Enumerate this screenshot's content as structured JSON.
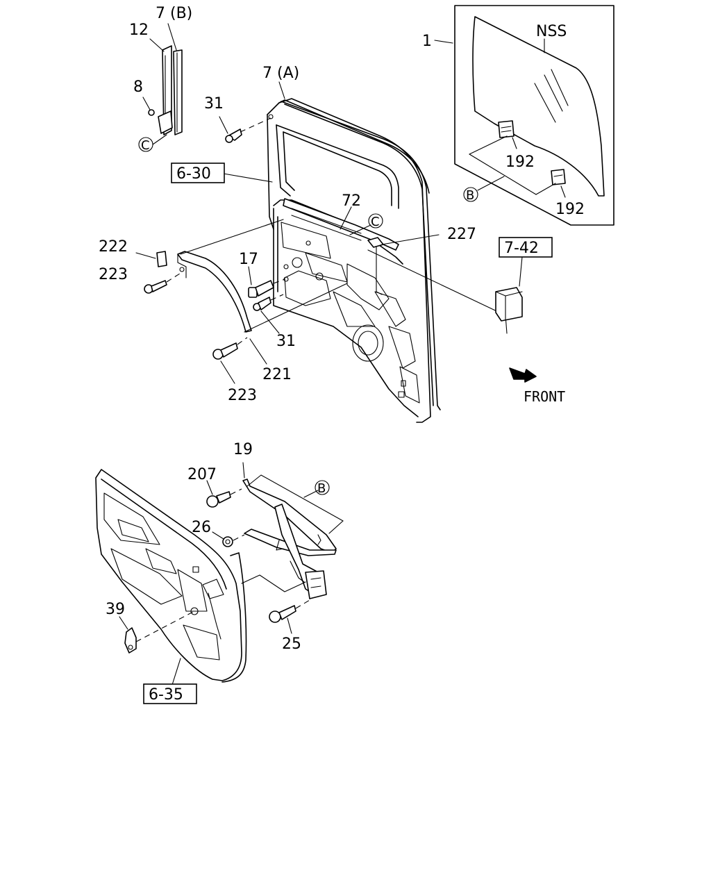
{
  "callouts": {
    "c12": "12",
    "c7b": "7 (B)",
    "c8": "8",
    "c31_top": "31",
    "c7a": "7 (A)",
    "c1": "1",
    "nss": "NSS",
    "c192_a": "192",
    "c192_b": "192",
    "c72": "72",
    "c227": "227",
    "c222": "222",
    "c223_top": "223",
    "c17": "17",
    "c31_mid": "31",
    "c221": "221",
    "c223_bot": "223",
    "c19": "19",
    "c207": "207",
    "c26": "26",
    "c39": "39",
    "c25": "25"
  },
  "circled_refs": {
    "c_left": "C",
    "c_door": "C",
    "b_glass": "B",
    "b_regulator": "B"
  },
  "boxed_refs": {
    "r630": "6-30",
    "r742": "7-42",
    "r635": "6-35"
  },
  "direction_label": "FRONT",
  "icons": {
    "front_arrow": "arrow-icon"
  }
}
